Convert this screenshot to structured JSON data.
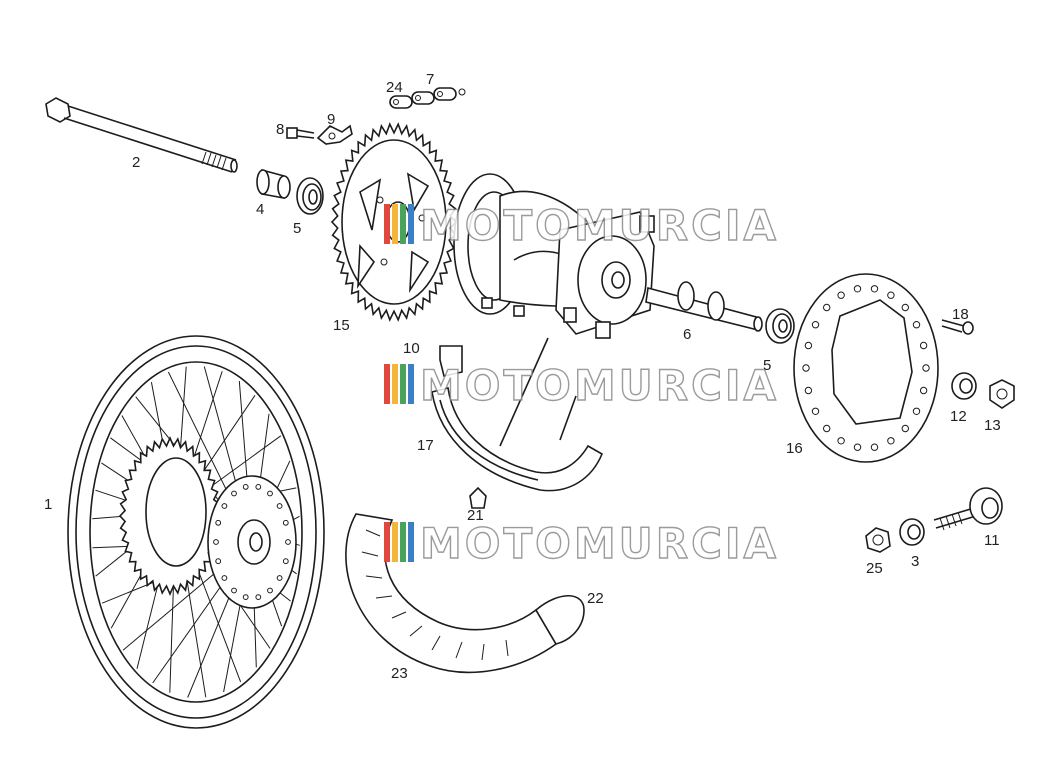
{
  "labels": {
    "p1": "1",
    "p2": "2",
    "p3": "3",
    "p4": "4",
    "p5a": "5",
    "p5b": "5",
    "p6": "6",
    "p7": "7",
    "p8": "8",
    "p9": "9",
    "p10": "10",
    "p11": "11",
    "p12": "12",
    "p13": "13",
    "p15": "15",
    "p16": "16",
    "p17": "17",
    "p18": "18",
    "p21": "21",
    "p22": "22",
    "p23": "23",
    "p24": "24",
    "p25": "25"
  },
  "watermark": {
    "text": "MOTOMURCIA"
  },
  "colors": {
    "line": "#1c1c1c",
    "watermark_stripes": [
      "#e0483e",
      "#f2b63d",
      "#4aa35a",
      "#3b7fc4"
    ]
  }
}
